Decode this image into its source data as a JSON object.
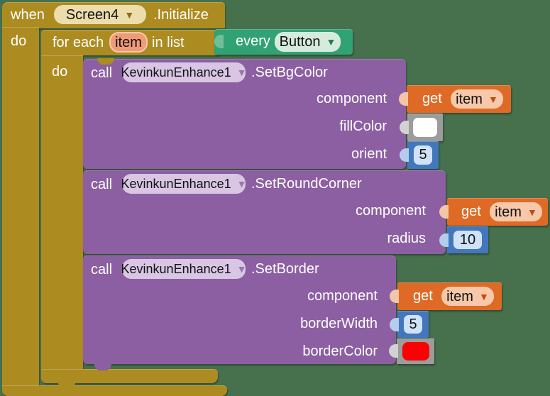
{
  "workspace": {
    "name": "App Inventor blocks canvas",
    "background_color": "#47704d"
  },
  "colors": {
    "event_loop_block": "#ac8b21",
    "component_type_block": "#31a273",
    "method_call_block": "#8c5fa2",
    "variable_block": "#de6a26",
    "number_block": "#4377bd",
    "color_block_frame": "#9c9c9c",
    "fill_color_value": "#ffffff",
    "border_color_value": "#ff0000"
  },
  "when_block": {
    "keyword": "when",
    "component": "Screen4",
    "event": ".Initialize",
    "do_label": "do"
  },
  "foreach_block": {
    "keyword_prefix": "for each",
    "variable": "item",
    "keyword_suffix": "in list",
    "do_label": "do"
  },
  "every_block": {
    "keyword": "every",
    "component_type": "Button"
  },
  "call_blocks": [
    {
      "keyword": "call",
      "component": "KevinkunEnhance1",
      "method": ".SetBgColor",
      "params": [
        {
          "label": "component",
          "type": "get_variable",
          "keyword": "get",
          "value": "item"
        },
        {
          "label": "fillColor",
          "type": "color",
          "value": "#ffffff"
        },
        {
          "label": "orient",
          "type": "number",
          "value": "5"
        }
      ]
    },
    {
      "keyword": "call",
      "component": "KevinkunEnhance1",
      "method": ".SetRoundCorner",
      "params": [
        {
          "label": "component",
          "type": "get_variable",
          "keyword": "get",
          "value": "item"
        },
        {
          "label": "radius",
          "type": "number",
          "value": "10"
        }
      ]
    },
    {
      "keyword": "call",
      "component": "KevinkunEnhance1",
      "method": ".SetBorder",
      "params": [
        {
          "label": "component",
          "type": "get_variable",
          "keyword": "get",
          "value": "item"
        },
        {
          "label": "borderWidth",
          "type": "number",
          "value": "5"
        },
        {
          "label": "borderColor",
          "type": "color",
          "value": "#ff0000"
        }
      ]
    }
  ]
}
